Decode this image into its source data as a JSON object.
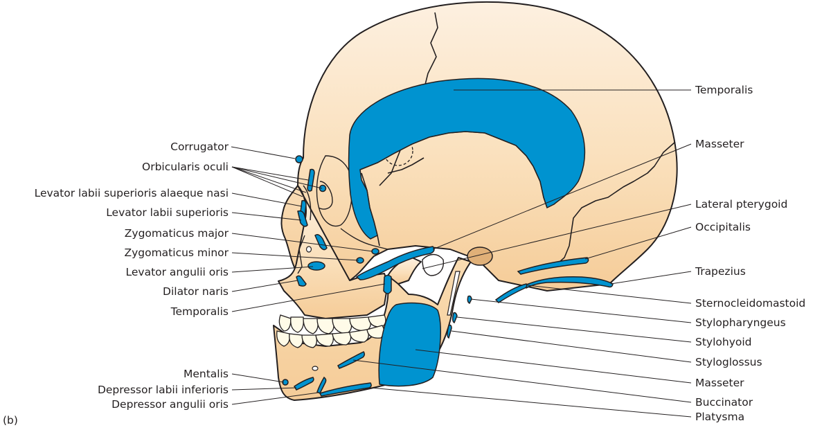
{
  "panel_label": "(b)",
  "colors": {
    "muscle": "#0093d0",
    "bone_light": "#fdeeda",
    "bone_dark": "#f5cc98",
    "outline": "#231f20",
    "teeth": "#fffbe8"
  },
  "labels_left": [
    "Corrugator",
    "Orbicularis oculi",
    "Levator labii superioris alaeque nasi",
    "Levator labii superioris",
    "Zygomaticus major",
    "Zygomaticus minor",
    "Levator angulii oris",
    "Dilator naris",
    "Temporalis",
    "Mentalis",
    "Depressor labii inferioris",
    "Depressor angulii oris"
  ],
  "labels_right": [
    "Temporalis",
    "Masseter",
    "Lateral pterygoid",
    "Occipitalis",
    "Trapezius",
    "Sternocleidomastoid",
    "Stylopharyngeus",
    "Stylohyoid",
    "Styloglossus",
    "Masseter",
    "Buccinator",
    "Platysma"
  ]
}
